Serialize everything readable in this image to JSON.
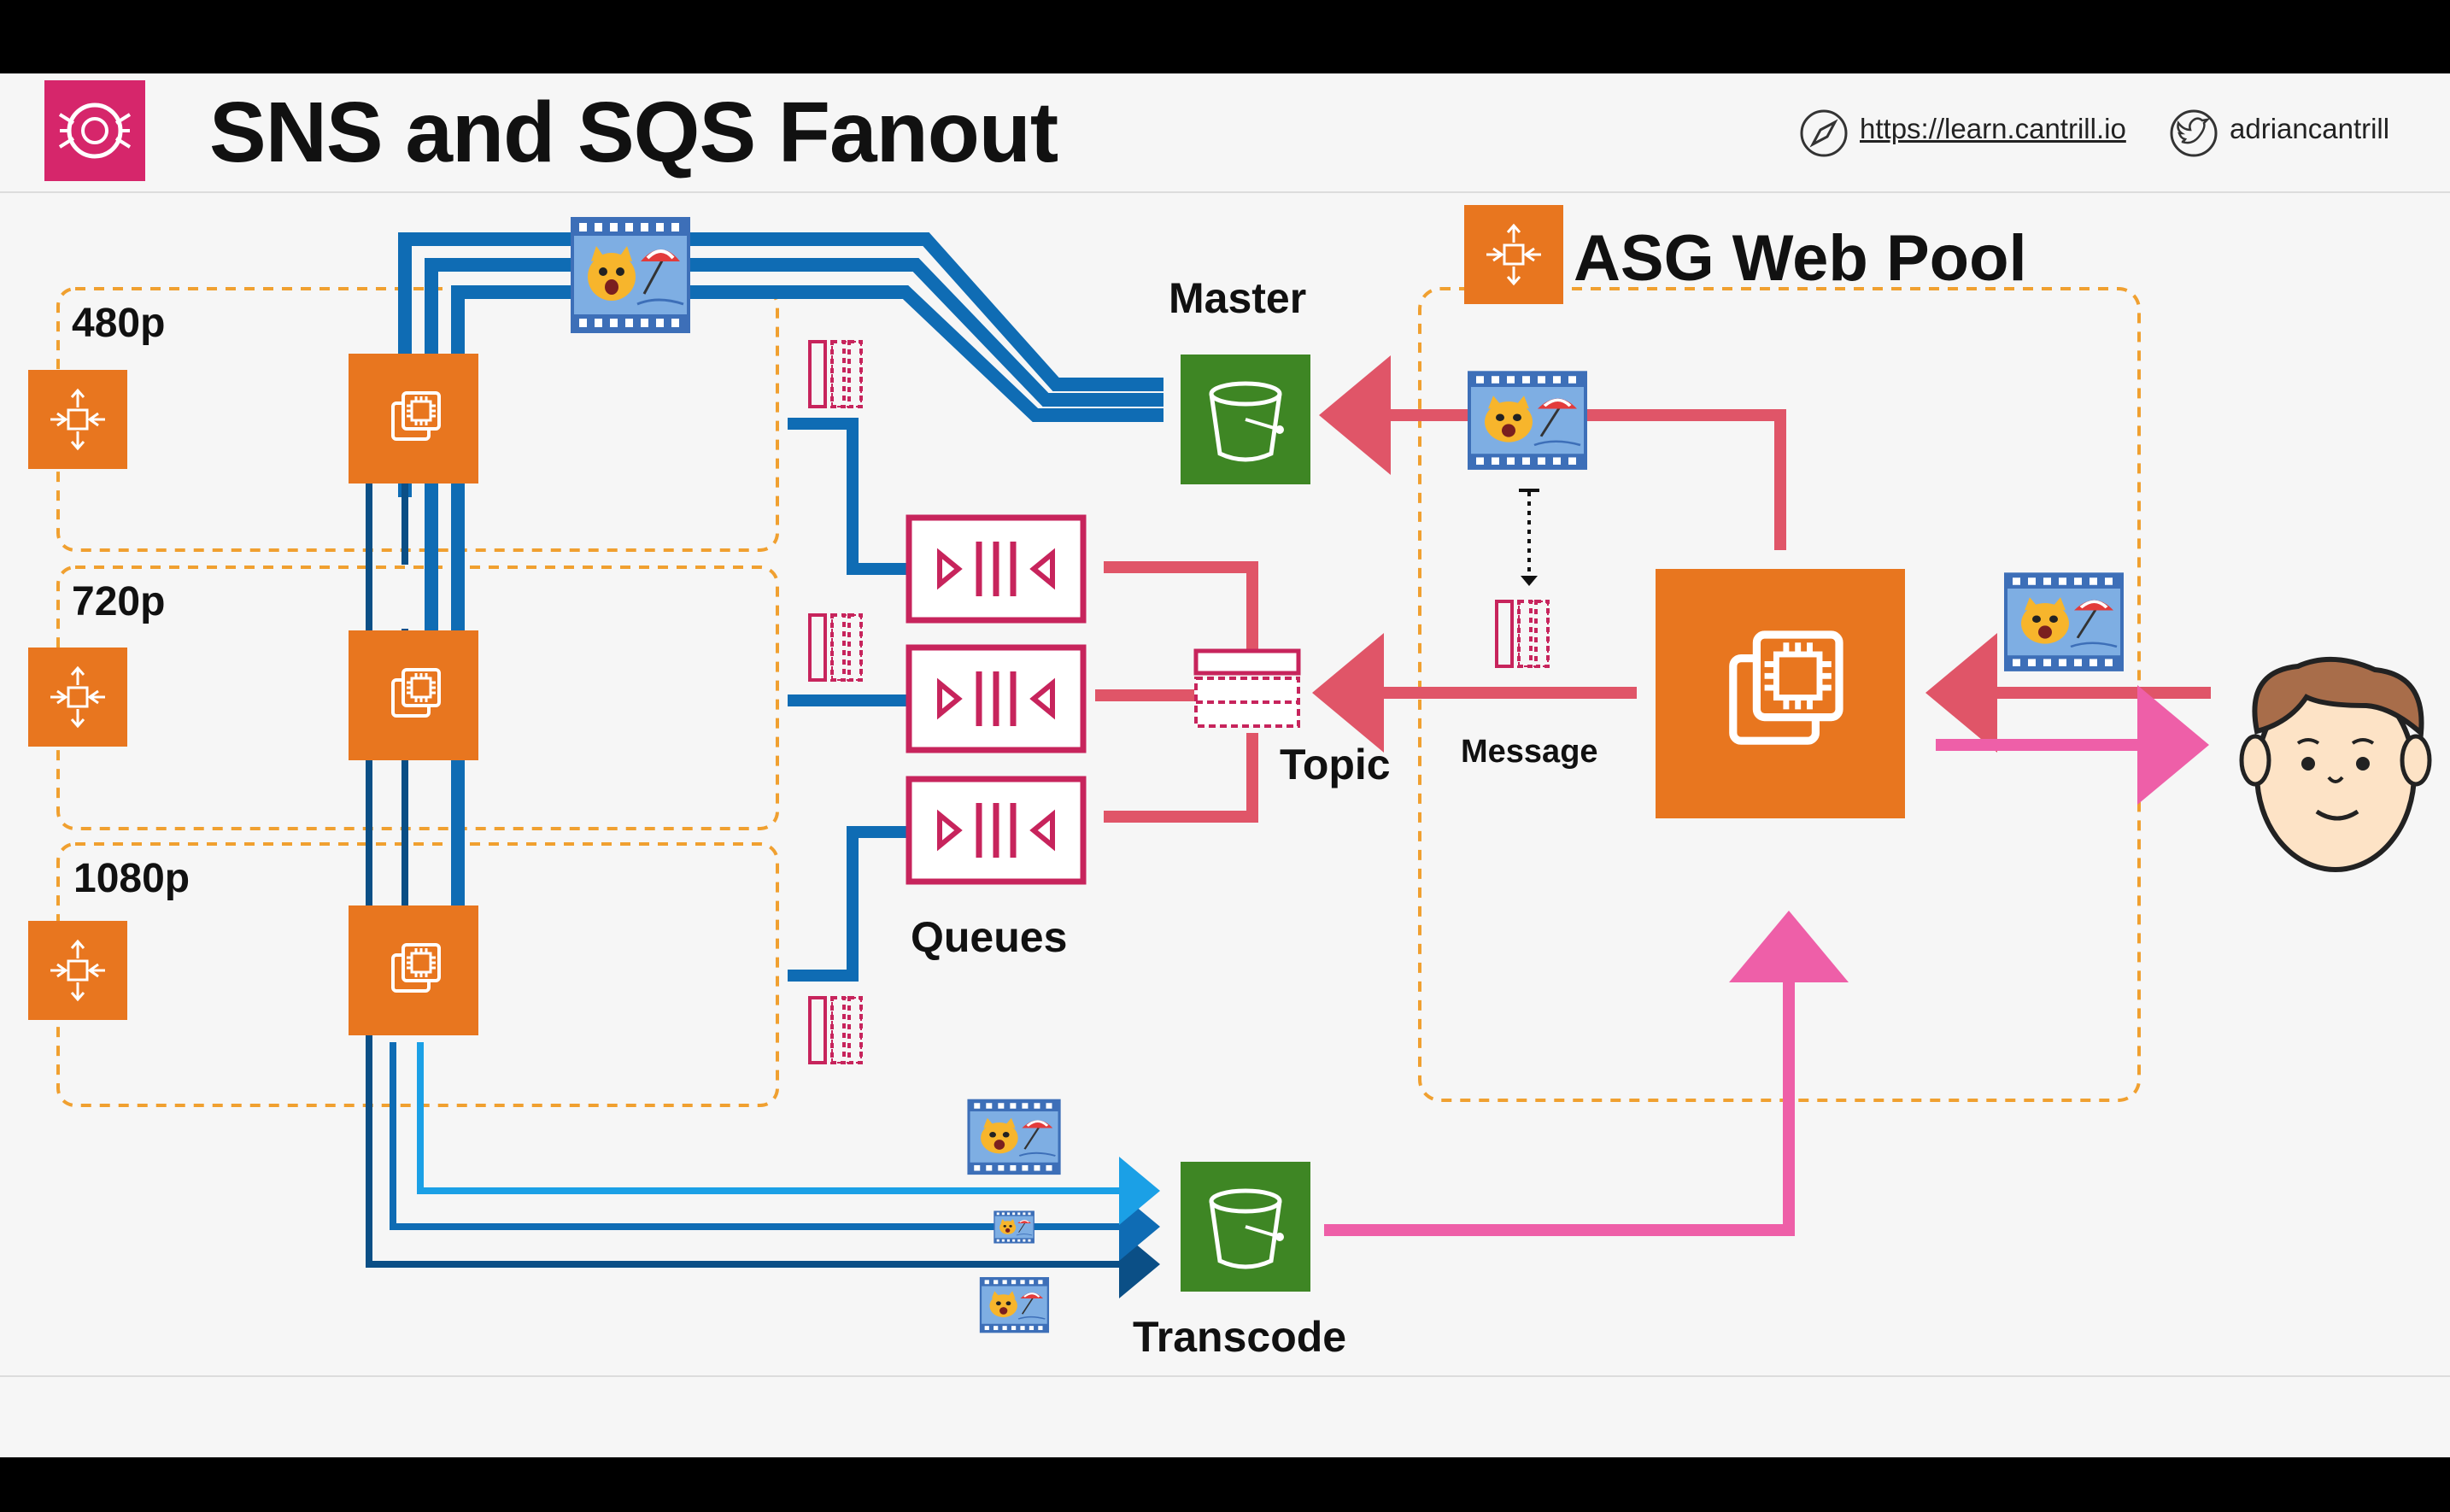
{
  "header": {
    "title": "SNS and SQS Fanout",
    "website": "https://learn.cantrill.io",
    "twitter": "adriancantrill",
    "logo_icon": "sns-topic-icon",
    "website_icon": "compass-icon",
    "twitter_icon": "twitter-bird-icon"
  },
  "labels": {
    "asg_web_pool": "ASG Web Pool",
    "master": "Master",
    "message": "Message",
    "topic": "Topic",
    "queues": "Queues",
    "transcode": "Transcode",
    "tier_480": "480p",
    "tier_720": "720p",
    "tier_1080": "1080p"
  },
  "colors": {
    "aws_orange": "#e8761f",
    "s3_green": "#3e8624",
    "sqs_magenta": "#c7245c",
    "flow_red": "#e05568",
    "flow_pink": "#ee5fa8",
    "worker_blue": "#0f6cb4",
    "dashed_border": "#f0a030"
  }
}
